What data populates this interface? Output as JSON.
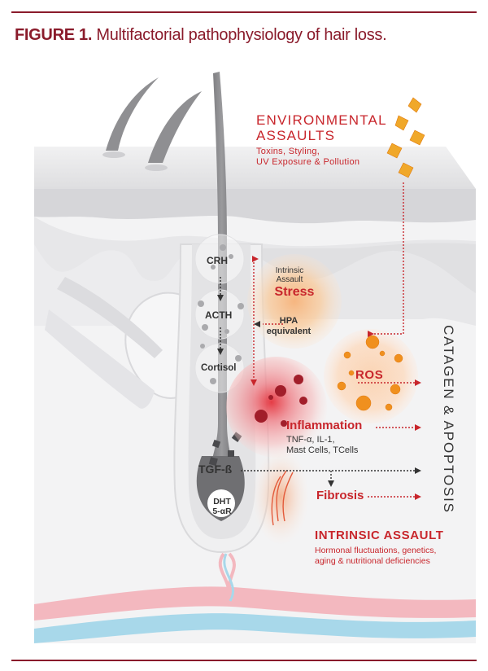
{
  "figure": {
    "label": "FIGURE 1.",
    "caption": "Multifactorial pathophysiology of hair loss."
  },
  "environmental": {
    "title_line1": "ENVIRONMENTAL",
    "title_line2": "ASSAULTS",
    "sub_line1": "Toxins, Styling,",
    "sub_line2": "UV Exposure & Pollution"
  },
  "axis": {
    "crh": "CRH",
    "acth": "ACTH",
    "cortisol": "Cortisol",
    "tgf": "TGF-ß",
    "dht_line1": "DHT",
    "dht_line2": "5-αR"
  },
  "stress": {
    "intrinsic_line1": "Intrinsic",
    "intrinsic_line2": "Assault",
    "title": "Stress",
    "hpa_line1": "HPA",
    "hpa_line2": "equivalent"
  },
  "ros": "ROS",
  "inflammation": {
    "title": "Inflammation",
    "sub_line1": "TNF-α, IL-1,",
    "sub_line2": "Mast Cells, TCells"
  },
  "fibrosis": "Fibrosis",
  "intrinsic_assault": {
    "title": "INTRINSIC ASSAULT",
    "sub_line1": "Hormonal fluctuations, genetics,",
    "sub_line2": "aging & nutritional deficiencies"
  },
  "outcome": "CATAGEN & APOPTOSIS",
  "colors": {
    "brand": "#8a1b2b",
    "accent_red": "#c8262c",
    "skin_gray": "#e6e6e8",
    "hair_gray": "#7d7d80",
    "ros_orange": "#f0901e",
    "blood_pink": "#f3b8bf",
    "blood_blue": "#a8d8ea"
  }
}
